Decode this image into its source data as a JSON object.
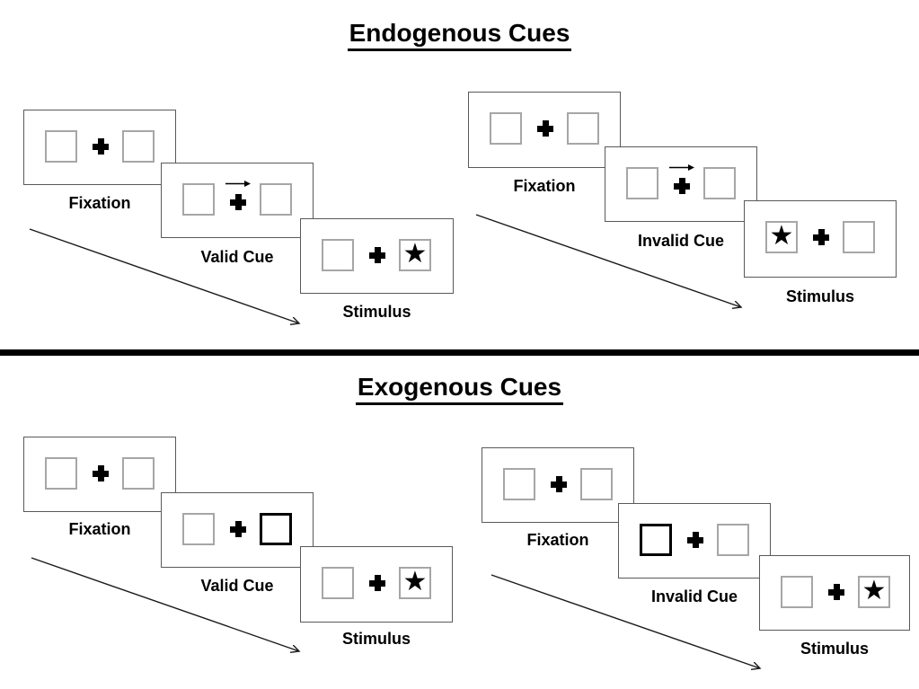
{
  "diagram": {
    "star_glyph": "★",
    "sections": [
      {
        "title": "Endogenous Cues",
        "groups": [
          {
            "trial": "valid",
            "cue_type": "central-arrow-right",
            "panels": [
              {
                "label": "Fixation"
              },
              {
                "label": "Valid Cue",
                "cue": "arrow above cross pointing right"
              },
              {
                "label": "Stimulus",
                "star_side": "right"
              }
            ]
          },
          {
            "trial": "invalid",
            "cue_type": "central-arrow-right",
            "panels": [
              {
                "label": "Fixation"
              },
              {
                "label": "Invalid Cue",
                "cue": "arrow above cross pointing right"
              },
              {
                "label": "Stimulus",
                "star_side": "left"
              }
            ]
          }
        ]
      },
      {
        "title": "Exogenous Cues",
        "groups": [
          {
            "trial": "valid",
            "cue_type": "peripheral-box-highlight",
            "panels": [
              {
                "label": "Fixation"
              },
              {
                "label": "Valid Cue",
                "cue": "right box highlighted"
              },
              {
                "label": "Stimulus",
                "star_side": "right"
              }
            ]
          },
          {
            "trial": "invalid",
            "cue_type": "peripheral-box-highlight",
            "panels": [
              {
                "label": "Fixation"
              },
              {
                "label": "Invalid Cue",
                "cue": "left box highlighted"
              },
              {
                "label": "Stimulus",
                "star_side": "right"
              }
            ]
          }
        ]
      }
    ],
    "colors": {
      "background": "#ffffff",
      "ink": "#000000",
      "panel_border": "#595959",
      "box_border": "#a6a6a6",
      "highlight_border": "#000000"
    }
  }
}
